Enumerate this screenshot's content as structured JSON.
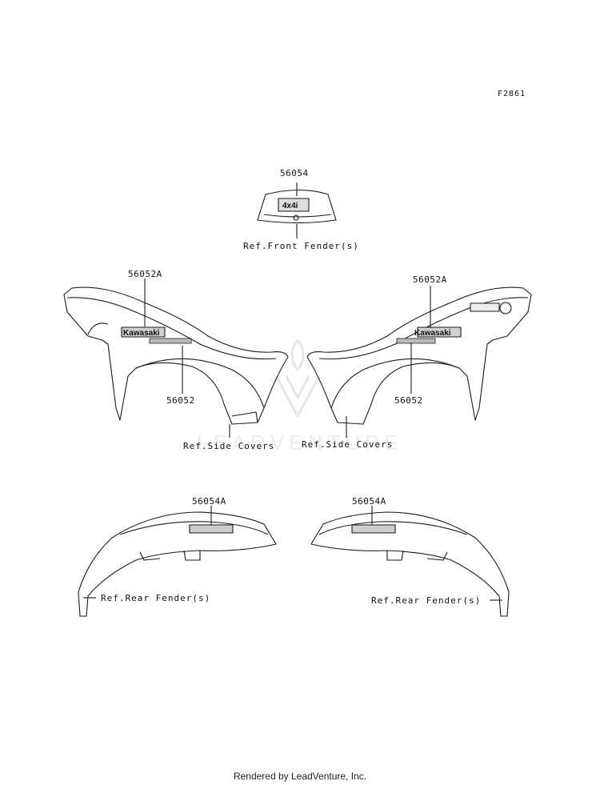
{
  "figure_code": "F2861",
  "watermark": "LEADVENTURE",
  "footer": "Rendered by LeadVenture, Inc.",
  "parts": {
    "front_decal": "56054",
    "left_side_upper": "56052A",
    "left_side_lower": "56052",
    "right_side_upper": "56052A",
    "right_side_lower": "56052",
    "left_rear": "56054A",
    "right_rear": "56054A"
  },
  "refs": {
    "front_fender": "Ref.Front Fender(s)",
    "side_covers_left": "Ref.Side Covers",
    "side_covers_right": "Ref.Side Covers",
    "rear_fender_left": "Ref.Rear Fender(s)",
    "rear_fender_right": "Ref.Rear Fender(s)"
  },
  "decal_text": {
    "brand": "Kawasaki",
    "front_logo": "4x4i"
  }
}
